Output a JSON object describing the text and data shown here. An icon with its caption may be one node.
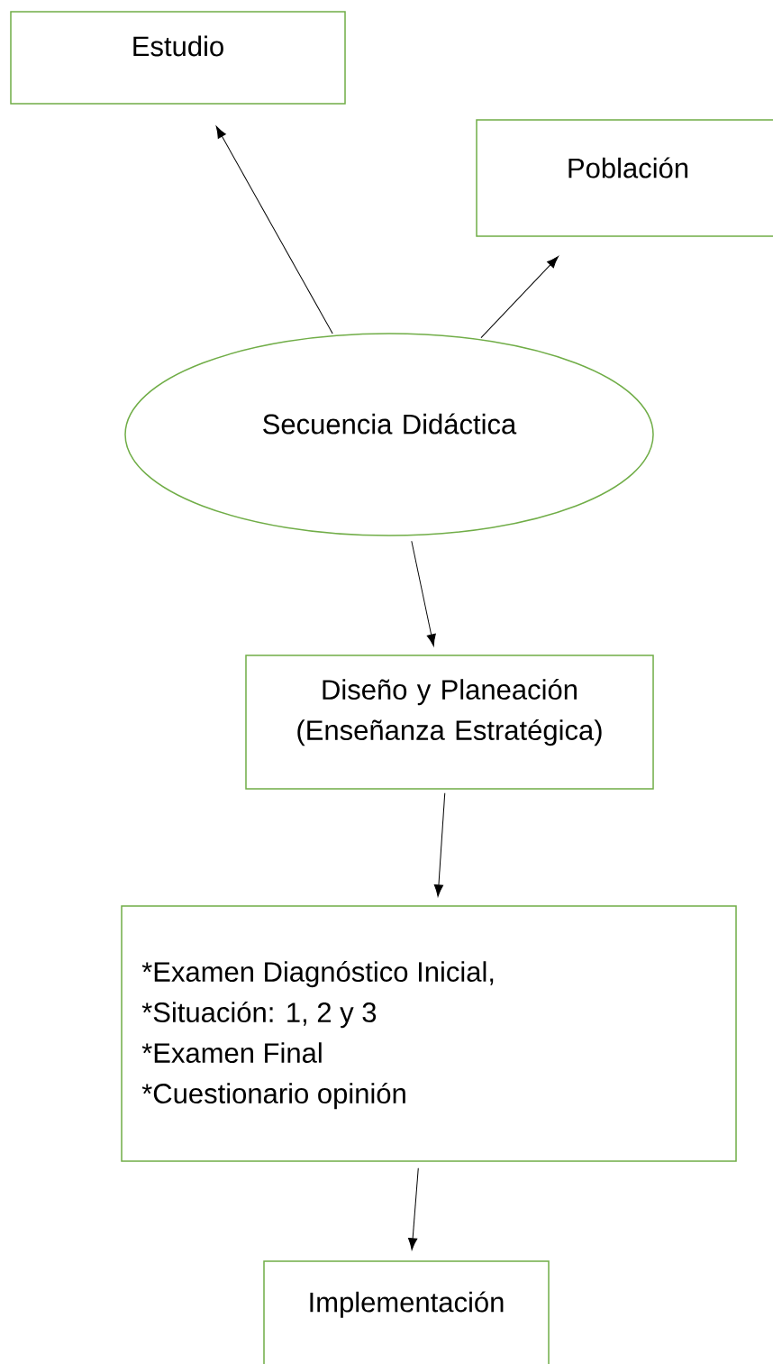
{
  "diagram": {
    "nodes": [
      {
        "text": [
          "Estudio"
        ]
      },
      {
        "text": [
          "Población"
        ]
      },
      {
        "text": [
          "Secuencia Didáctica"
        ]
      },
      {
        "text": [
          "Diseño y Planeación (Enseñanza Estratégica)"
        ]
      },
      {
        "text": [
          "*Examen Diagnóstico Inicial,",
          "*Situación: 1, 2 y 3",
          "*Examen Final",
          "*Cuestionario opinión"
        ]
      },
      {
        "text": [
          "Implementación"
        ]
      }
    ],
    "edges": [
      {
        "from": 2,
        "to": 0,
        "arrow": "to"
      },
      {
        "from": 2,
        "to": 1,
        "arrow": "to"
      },
      {
        "from": 2,
        "to": 3,
        "arrow": "to"
      },
      {
        "from": 3,
        "to": 4,
        "arrow": "to"
      },
      {
        "from": 4,
        "to": 5,
        "arrow": "to"
      }
    ]
  }
}
